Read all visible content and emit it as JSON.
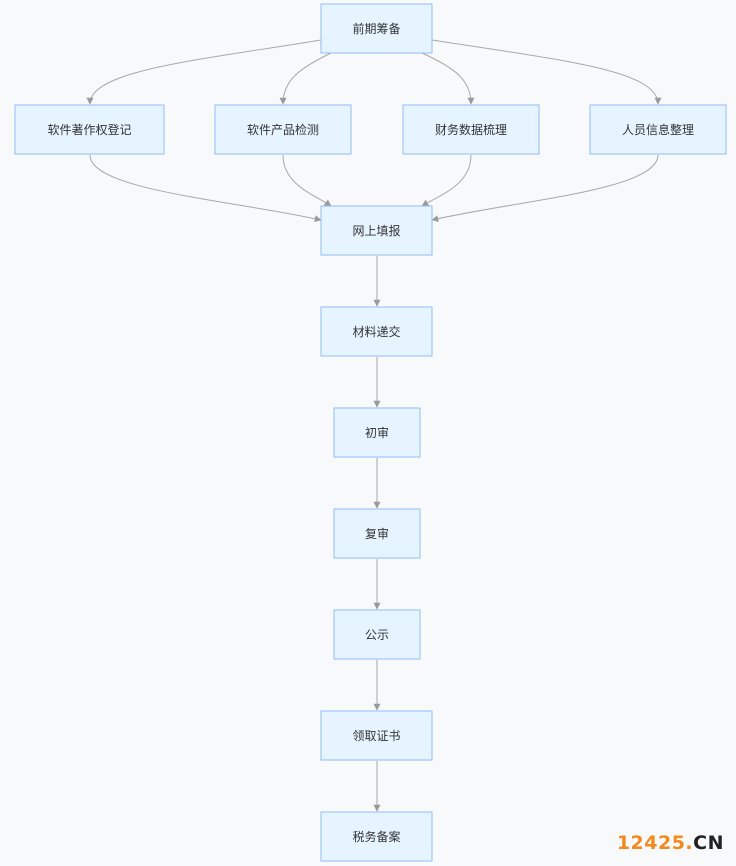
{
  "nodes": {
    "prep": "前期筹备",
    "copyright": "软件著作权登记",
    "testing": "软件产品检测",
    "finance": "财务数据梳理",
    "personnel": "人员信息整理",
    "online": "网上填报",
    "submit": "材料递交",
    "first_review": "初审",
    "second_review": "复审",
    "publicity": "公示",
    "certificate": "领取证书",
    "tax": "税务备案"
  },
  "watermark": {
    "number": "12425",
    "dot": ".",
    "suffix": "CN"
  },
  "colors": {
    "node_fill": "#e6f4ff",
    "node_border": "#91bdf5",
    "edge": "#a8a8a8",
    "background": "#f8f9fb",
    "watermark_accent": "#f28a1d"
  }
}
